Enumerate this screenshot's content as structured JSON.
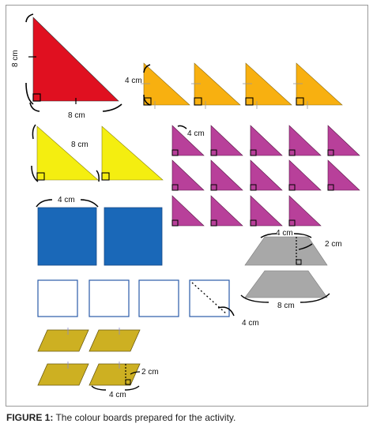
{
  "figure": {
    "caption_label": "FIGURE 1:",
    "caption_text": " The colour boards prepared for the activity."
  },
  "labels": {
    "big_triangle_height": "8 cm",
    "big_triangle_base": "8 cm",
    "orange_triangle_side": "4 cm",
    "yellow_triangle_hyp": "8 cm",
    "purple_triangle_side": "4 cm",
    "blue_square_side": "4 cm",
    "trapezoid_top": "4 cm",
    "trapezoid_height": "2 cm",
    "trapezoid_bottom": "8 cm",
    "white_square_diag": "4 cm",
    "parallelogram_height": "2 cm",
    "parallelogram_base": "4 cm"
  },
  "colors": {
    "red": "#e01020",
    "orange": "#f8b010",
    "yellow": "#f4ee10",
    "purple": "#b8409a",
    "blue": "#1a68b8",
    "grey": "#a8a8a8",
    "olive": "#cdb022",
    "white_square_border": "#2a5aa8"
  },
  "counts": {
    "orange_triangles": 4,
    "yellow_triangles": 2,
    "purple_triangles": 14,
    "blue_squares": 2,
    "grey_trapezoids": 2,
    "white_squares": 4,
    "olive_parallelograms": 4
  }
}
